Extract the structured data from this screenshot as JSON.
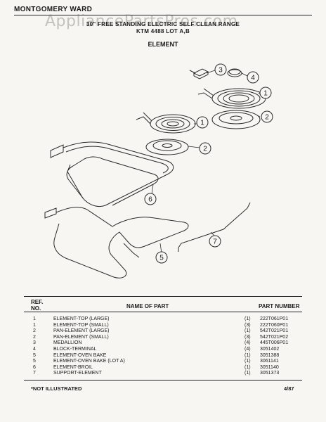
{
  "header": {
    "brand": "MONTGOMERY WARD",
    "watermark": "AppliancePartsPros.com",
    "subtitle_line1": "30\" FREE STANDING ELECTRIC SELF CLEAN RANGE",
    "subtitle_line2": "KTM 4488 LOT A,B",
    "section": "ELEMENT"
  },
  "callouts": [
    "1",
    "2",
    "3",
    "4",
    "1",
    "2",
    "6",
    "5",
    "7"
  ],
  "table": {
    "ref_header_line1": "REF.",
    "ref_header_line2": "NO.",
    "name_header": "NAME OF PART",
    "part_number_header": "PART NUMBER",
    "rows": [
      {
        "ref": "1",
        "name": "ELEMENT-TOP (LARGE)",
        "qty": "(1)",
        "part_number": "222T061P01"
      },
      {
        "ref": "1",
        "name": "ELEMENT-TOP (SMALL)",
        "qty": "(3)",
        "part_number": "222T060P01"
      },
      {
        "ref": "2",
        "name": "PAN-ELEMENT (LARGE)",
        "qty": "(1)",
        "part_number": "542T021P01"
      },
      {
        "ref": "2",
        "name": "PAN-ELEMENT (SMALL)",
        "qty": "(3)",
        "part_number": "542T021P02"
      },
      {
        "ref": "3",
        "name": "MEDALLION",
        "qty": "(4)",
        "part_number": "445T006P01"
      },
      {
        "ref": "4",
        "name": "BLOCK-TERMINAL",
        "qty": "(4)",
        "part_number": "3051402"
      },
      {
        "ref": "5",
        "name": "ELEMENT-OVEN BAKE",
        "qty": "(1)",
        "part_number": "3051388"
      },
      {
        "ref": "5",
        "name": "ELEMENT-OVEN BAKE (LOT A)",
        "qty": "(1)",
        "part_number": "3061141"
      },
      {
        "ref": "6",
        "name": "ELEMENT-BROIL",
        "qty": "(1)",
        "part_number": "3051140"
      },
      {
        "ref": "7",
        "name": "SUPPORT-ELEMENT",
        "qty": "(1)",
        "part_number": "3051373"
      }
    ]
  },
  "footer": {
    "note": "*NOT ILLUSTRATED",
    "page_code": "4/87"
  }
}
